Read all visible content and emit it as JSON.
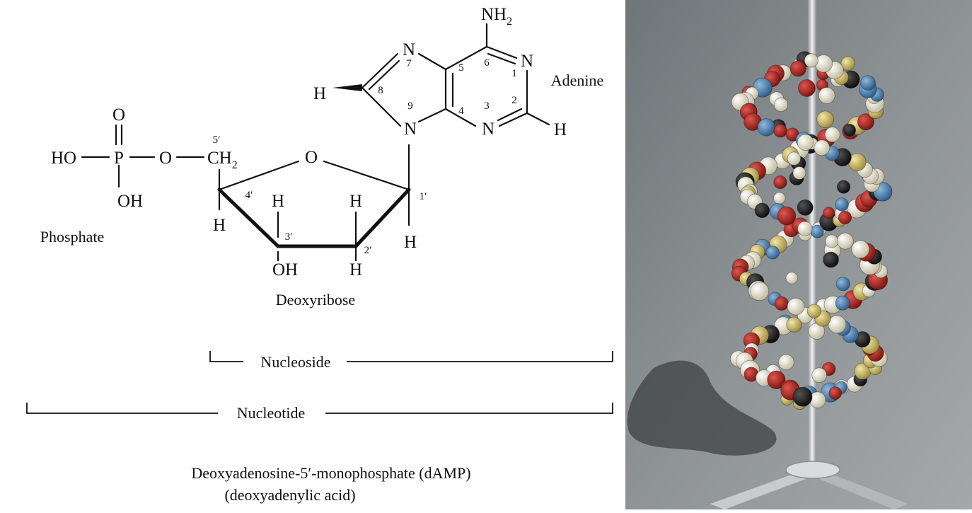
{
  "diagram": {
    "atoms": {
      "o_top": "O",
      "ho": "HO",
      "p": "P",
      "o_link": "O",
      "oh_p": "OH",
      "ch": "CH",
      "ch_sub": "2",
      "ring_o": "O",
      "h_c4": "H",
      "h_c3": "H",
      "oh_c3": "OH",
      "h_c2_top": "H",
      "h_c2_bot": "H",
      "h_c1": "H",
      "nh": "NH",
      "nh_sub": "2",
      "n1": "N",
      "n3": "N",
      "n7": "N",
      "n9": "N",
      "h_c8": "H",
      "h_c2_ade": "H"
    },
    "numbers": {
      "c5p": "5′",
      "c4p": "4′",
      "c3p": "3′",
      "c2p": "2′",
      "c1p": "1′",
      "a1": "1",
      "a2": "2",
      "a3": "3",
      "a4": "4",
      "a5": "5",
      "a6": "6",
      "a7": "7",
      "a8": "8",
      "a9": "9"
    },
    "labels": {
      "phosphate": "Phosphate",
      "deoxyribose": "Deoxyribose",
      "adenine": "Adenine",
      "nucleoside": "Nucleoside",
      "nucleotide": "Nucleotide"
    },
    "caption": {
      "line1": "Deoxyadenosine-5′-monophosphate (dAMP)",
      "line2": "(deoxyadenylic acid)"
    }
  },
  "photo": {
    "colors": {
      "background": "#8b8f91",
      "oxygen": "#b3251e",
      "nitrogen": "#4f85b8",
      "hydrogen": "#eeead2",
      "carbon": "#1c1c1c",
      "phosphorus": "#d9c878",
      "rod": "#c4c7c9"
    }
  }
}
